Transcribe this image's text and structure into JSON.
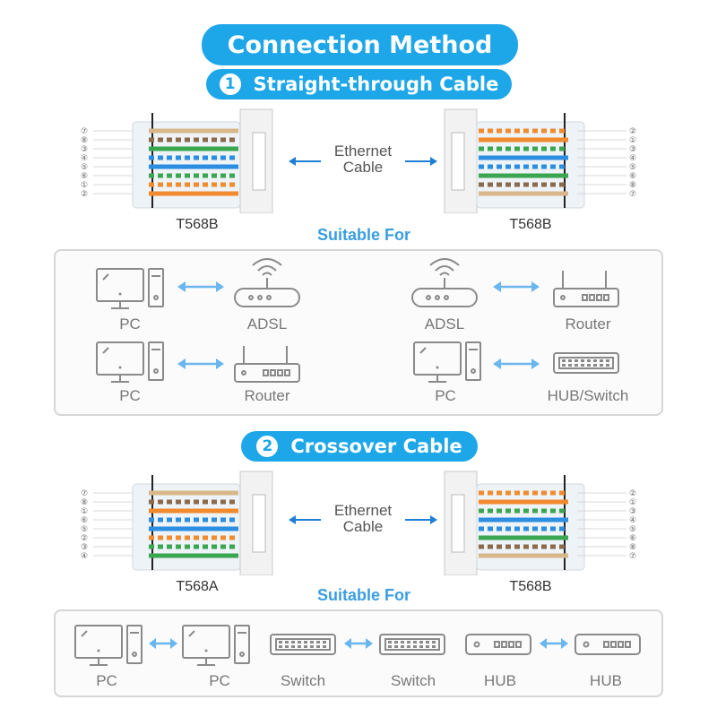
{
  "title": "Connection Method",
  "straight": {
    "number": "1",
    "title": "Straight-through Cable",
    "left_standard": "T568B",
    "right_standard": "T568B",
    "cable_label_1": "Ethernet",
    "cable_label_2": "Cable",
    "suitable_for": "Suitable For",
    "left_pins": [
      "⑦",
      "⑧",
      "③",
      "④",
      "⑤",
      "⑥",
      "①",
      "②"
    ],
    "right_pins": [
      "②",
      "①",
      "③",
      "④",
      "⑤",
      "⑥",
      "⑧",
      "⑦"
    ],
    "pairs": [
      {
        "left": "PC",
        "right": "ADSL"
      },
      {
        "left": "ADSL",
        "right": "Router"
      },
      {
        "left": "PC",
        "right": "Router"
      },
      {
        "left": "PC",
        "right": "HUB/Switch"
      }
    ]
  },
  "crossover": {
    "number": "2",
    "title": "Crossover Cable",
    "left_standard": "T568A",
    "right_standard": "T568B",
    "cable_label_1": "Ethernet",
    "cable_label_2": "Cable",
    "suitable_for": "Suitable For",
    "left_pins": [
      "⑦",
      "⑧",
      "①",
      "⑥",
      "⑤",
      "②",
      "③",
      "④"
    ],
    "right_pins": [
      "②",
      "①",
      "③",
      "④",
      "⑤",
      "⑥",
      "⑧",
      "⑦"
    ],
    "devices": [
      "PC",
      "PC",
      "Switch",
      "Switch",
      "HUB",
      "HUB"
    ]
  },
  "colors": {
    "accent": "#1ea7e8",
    "arrow_blue": "#1e7fd6",
    "light_arrow": "#6ab6ef",
    "icon_gray": "#8a8a8a",
    "wire_orange": "#f28a2e",
    "wire_green": "#3aa650",
    "wire_blue": "#2c8ee0",
    "wire_brown": "#8a6a4a"
  }
}
